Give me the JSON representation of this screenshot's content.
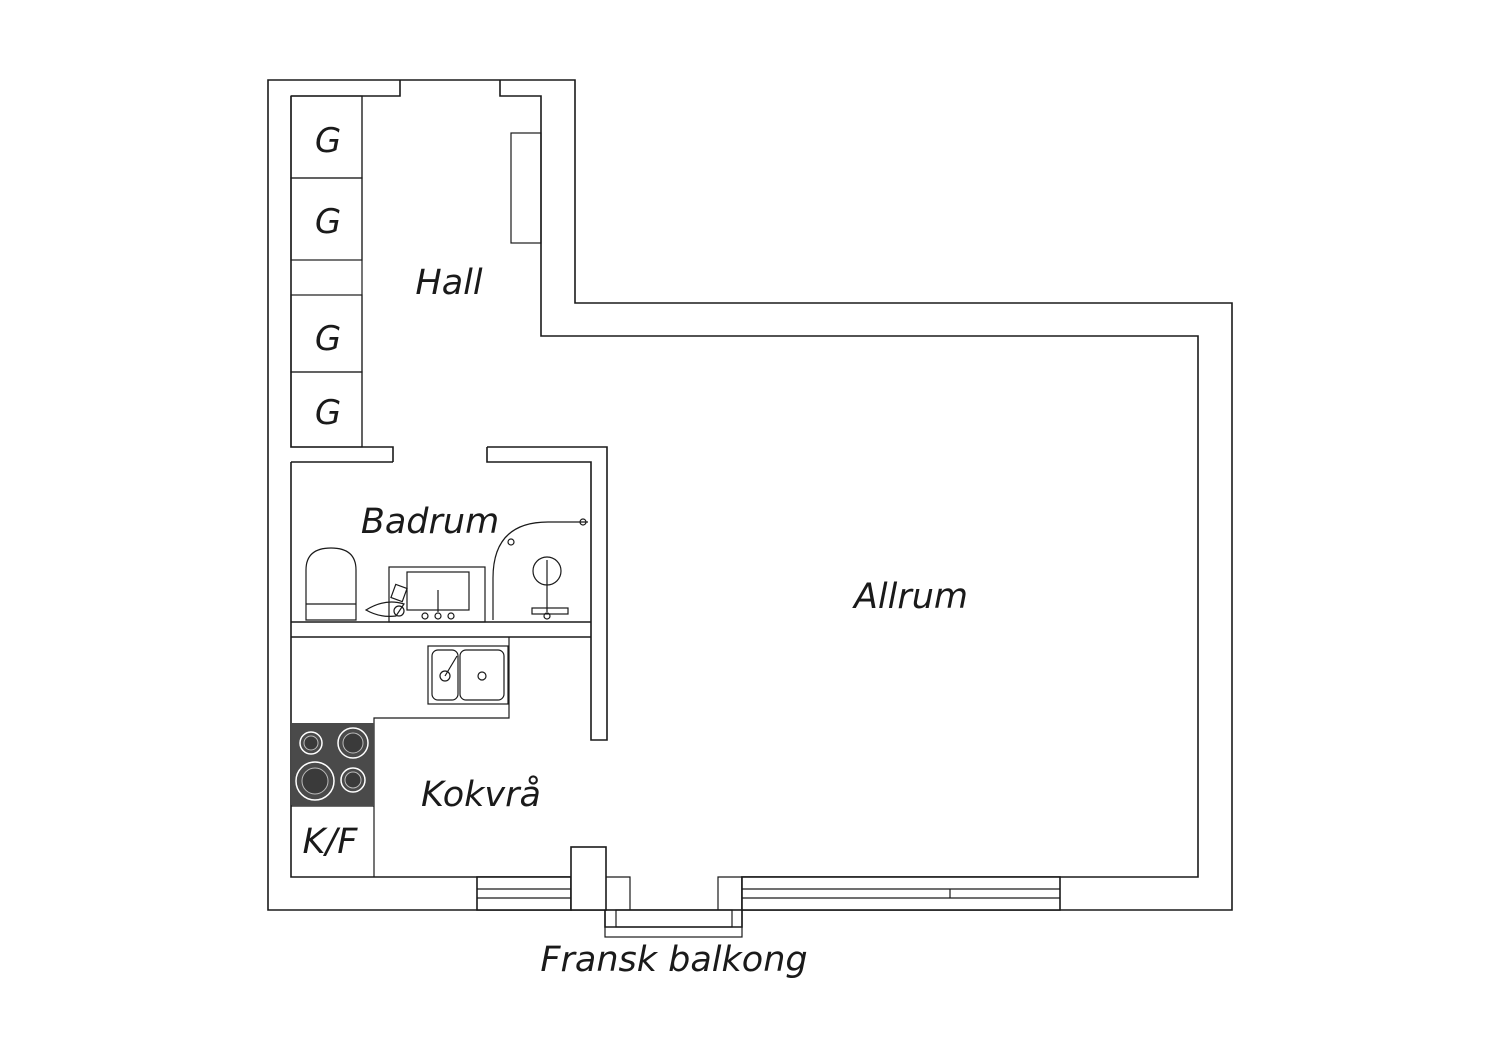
{
  "rooms": {
    "hall": "Hall",
    "badrum": "Badrum",
    "allrum": "Allrum",
    "kokvra": "Kokvrå",
    "balcony": "Fransk balkong"
  },
  "fixtures": {
    "wardrobes": [
      "G",
      "G",
      "G",
      "G"
    ],
    "fridge_freezer": "K/F"
  },
  "colors": {
    "wall": "#1a1a1a",
    "stove": "#4a4a4a",
    "background": "#ffffff"
  }
}
